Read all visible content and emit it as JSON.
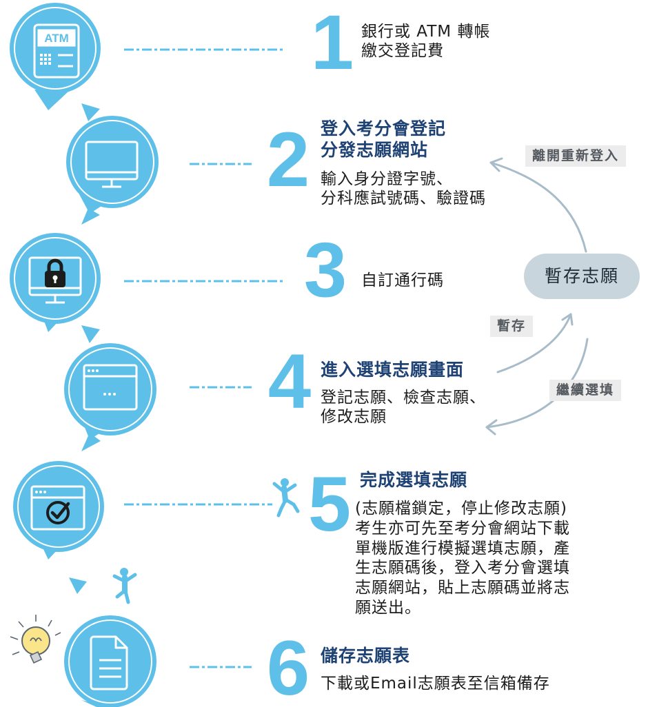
{
  "steps": [
    {
      "number": "1",
      "lines": [
        "銀行或 ATM 轉帳",
        "繳交登記費"
      ],
      "icon": "atm-icon"
    },
    {
      "number": "2",
      "heading": [
        "登入考分會登記",
        "分發志願網站"
      ],
      "lines": [
        "輸入身分證字號、",
        "分科應試號碼、驗證碼"
      ],
      "icon": "monitor-icon"
    },
    {
      "number": "3",
      "lines": [
        "自訂通行碼"
      ],
      "icon": "monitor-lock-icon"
    },
    {
      "number": "4",
      "heading": [
        "進入選填志願畫面"
      ],
      "lines": [
        "登記志願、檢查志願、",
        "修改志願"
      ],
      "icon": "browser-window-icon"
    },
    {
      "number": "5",
      "heading": [
        "完成選填志願"
      ],
      "lines": [
        "(志願檔鎖定，停止修改志願)",
        "考生亦可先至考分會網站下載",
        "單機版進行模擬選填志願，產",
        "生志願碼後，登入考分會選填",
        "志願網站，貼上志願碼並將志",
        "願送出。"
      ],
      "icon": "browser-check-icon"
    },
    {
      "number": "6",
      "heading": [
        "儲存志願表"
      ],
      "lines": [
        "下載或Email志願表至信箱備存"
      ],
      "icon": "document-icon"
    }
  ],
  "side_flow": {
    "center": "暫存志願",
    "exit_label": "離開重新登入",
    "save_label": "暫存",
    "continue_label": "繼續選填"
  },
  "decorations": [
    "jumping-person-icon",
    "lightbulb-icon"
  ],
  "colors": {
    "circle": "#5ec0e8",
    "circle_ring": "#ffffff",
    "number": "#5ec0e8",
    "heading": "#1f4275",
    "dash": "#5ec0e8",
    "arrow": "#a7bcc8",
    "pill": "#c9d5dc",
    "tag_bg": "#ececec"
  }
}
